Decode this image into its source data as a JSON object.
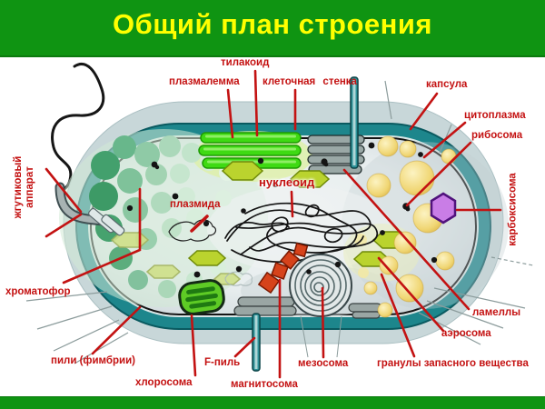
{
  "slide": {
    "title": "Общий план строения"
  },
  "labels": {
    "thylakoid": "тилакоид",
    "plasmalemma": "плазмалемма",
    "cell_wall": "клеточная стенка",
    "capsule": "капсула",
    "cytoplasm": "цитоплазма",
    "ribosome": "рибосома",
    "carboxysome": "карбоксисома",
    "lamellae": "ламеллы",
    "aerosome": "аэросома",
    "granules": "гранулы запасного вещества",
    "nucleoid": "нуклеоид",
    "plasmid": "плазмида",
    "flagellar_line1": "жгутиковый",
    "flagellar_line2": "аппарат",
    "chromatophore": "хроматофор",
    "pili": "пили (фимбрии)",
    "chlorosome": "хлоросома",
    "f_pilus": "F-пиль",
    "mesosome": "мезосома",
    "magnetosome": "магнитосома"
  },
  "colors": {
    "header_bg": "#0f9412",
    "title_text": "#ffff00",
    "label_text": "#c41212",
    "capsule_layer": "#c8d7d9",
    "cell_wall_layer": "#1d868c",
    "thylakoid_green": "#3fda13",
    "carboxysome_purple": "#c97de6",
    "granule_yellow": "#eed06a"
  }
}
